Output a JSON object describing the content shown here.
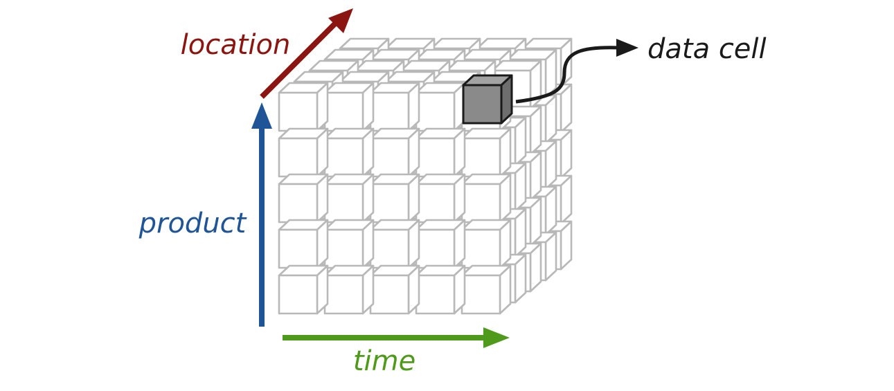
{
  "labels": {
    "location": "location",
    "product": "product",
    "time": "time",
    "data_cell": "data cell"
  },
  "colors": {
    "location": "#8b1510",
    "product": "#1f5496",
    "time": "#4f9a1b",
    "data_cell_fill": "#8a8a8a",
    "data_cell_stroke": "#1a1a1a",
    "cube_stroke": "#b8b8b8",
    "pointer": "#1a1a1a"
  },
  "cube": {
    "time_cells": 5,
    "product_cells": 5,
    "location_cells": 5,
    "highlighted_cell": {
      "time": 5,
      "product": 5,
      "location": 2
    }
  }
}
